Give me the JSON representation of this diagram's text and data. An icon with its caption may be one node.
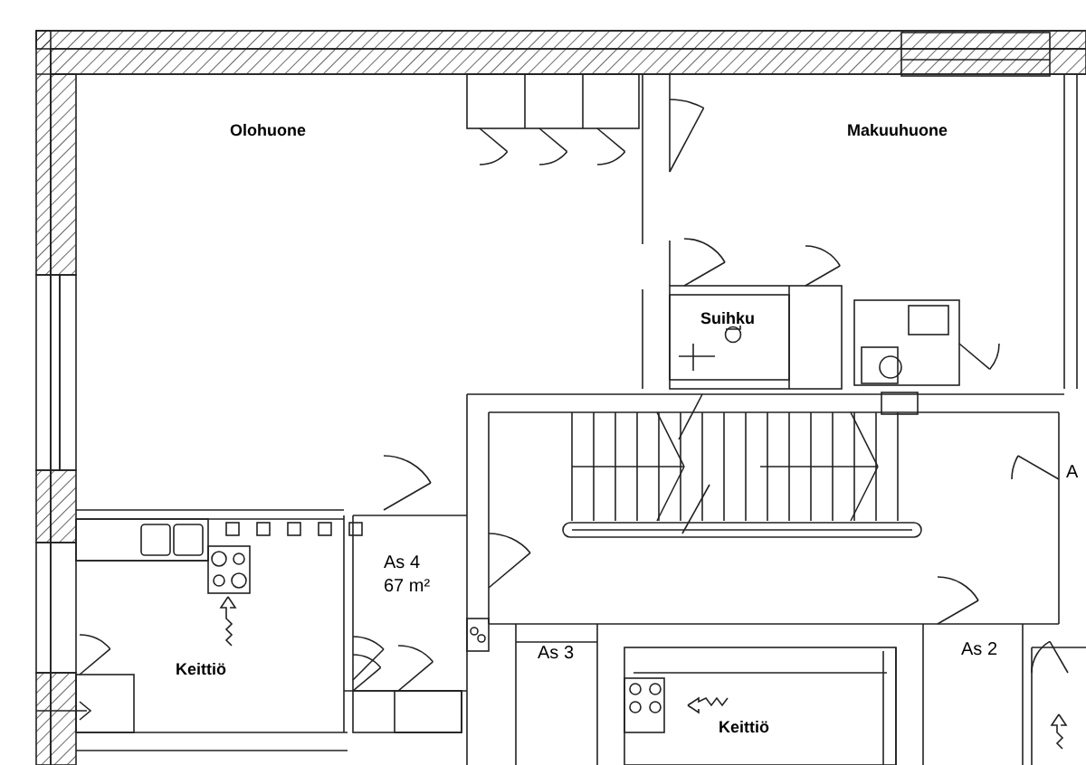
{
  "diagram": {
    "labels": [
      "Olohuone",
      "Makuuhuone",
      "Suihku",
      "A",
      "As 4 67 m²",
      "As 3",
      "As 2",
      "Keittiö",
      "Keittiö"
    ]
  }
}
